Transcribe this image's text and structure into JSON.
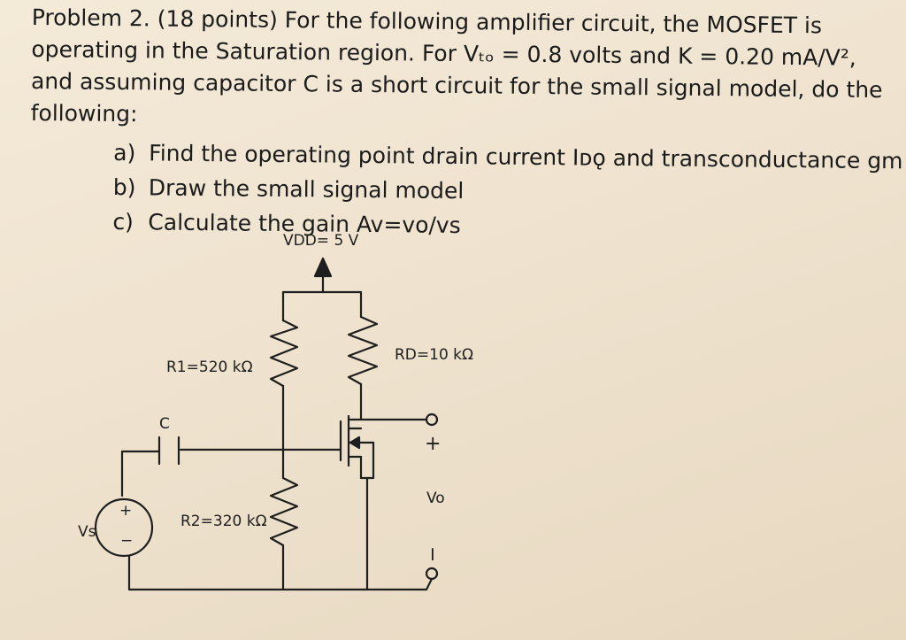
{
  "problem": {
    "line1": "Problem 2. (18 points) For the following amplifier circuit, the MOSFET is",
    "line2": "operating in the Saturation region. For Vₜₒ = 0.8 volts and K = 0.20 mA/V²,",
    "line3": "and assuming capacitor C is a short circuit for the small signal model, do the",
    "line4": "following:",
    "tasks": [
      {
        "letter": "a)",
        "text": "Find the operating point drain current Iᴅǫ and transconductance gm"
      },
      {
        "letter": "b)",
        "text": "Draw the small signal model"
      },
      {
        "letter": "c)",
        "text": "Calculate the gain Av=vo/vs"
      }
    ]
  },
  "circuit": {
    "vdd_label": "VDD= 5 V",
    "r1_label": "R1=520 kΩ",
    "rd_label": "RD=10 kΩ",
    "r2_label": "R2=320 kΩ",
    "c_label": "C",
    "vs_label": "Vs",
    "vo_label": "Vo",
    "plus_sign": "+",
    "minus_sign": "−",
    "vo_plus": "+",
    "vo_minus": "−"
  },
  "colors": {
    "paper": "#f0e4cf",
    "ink": "#1e1e1e"
  }
}
